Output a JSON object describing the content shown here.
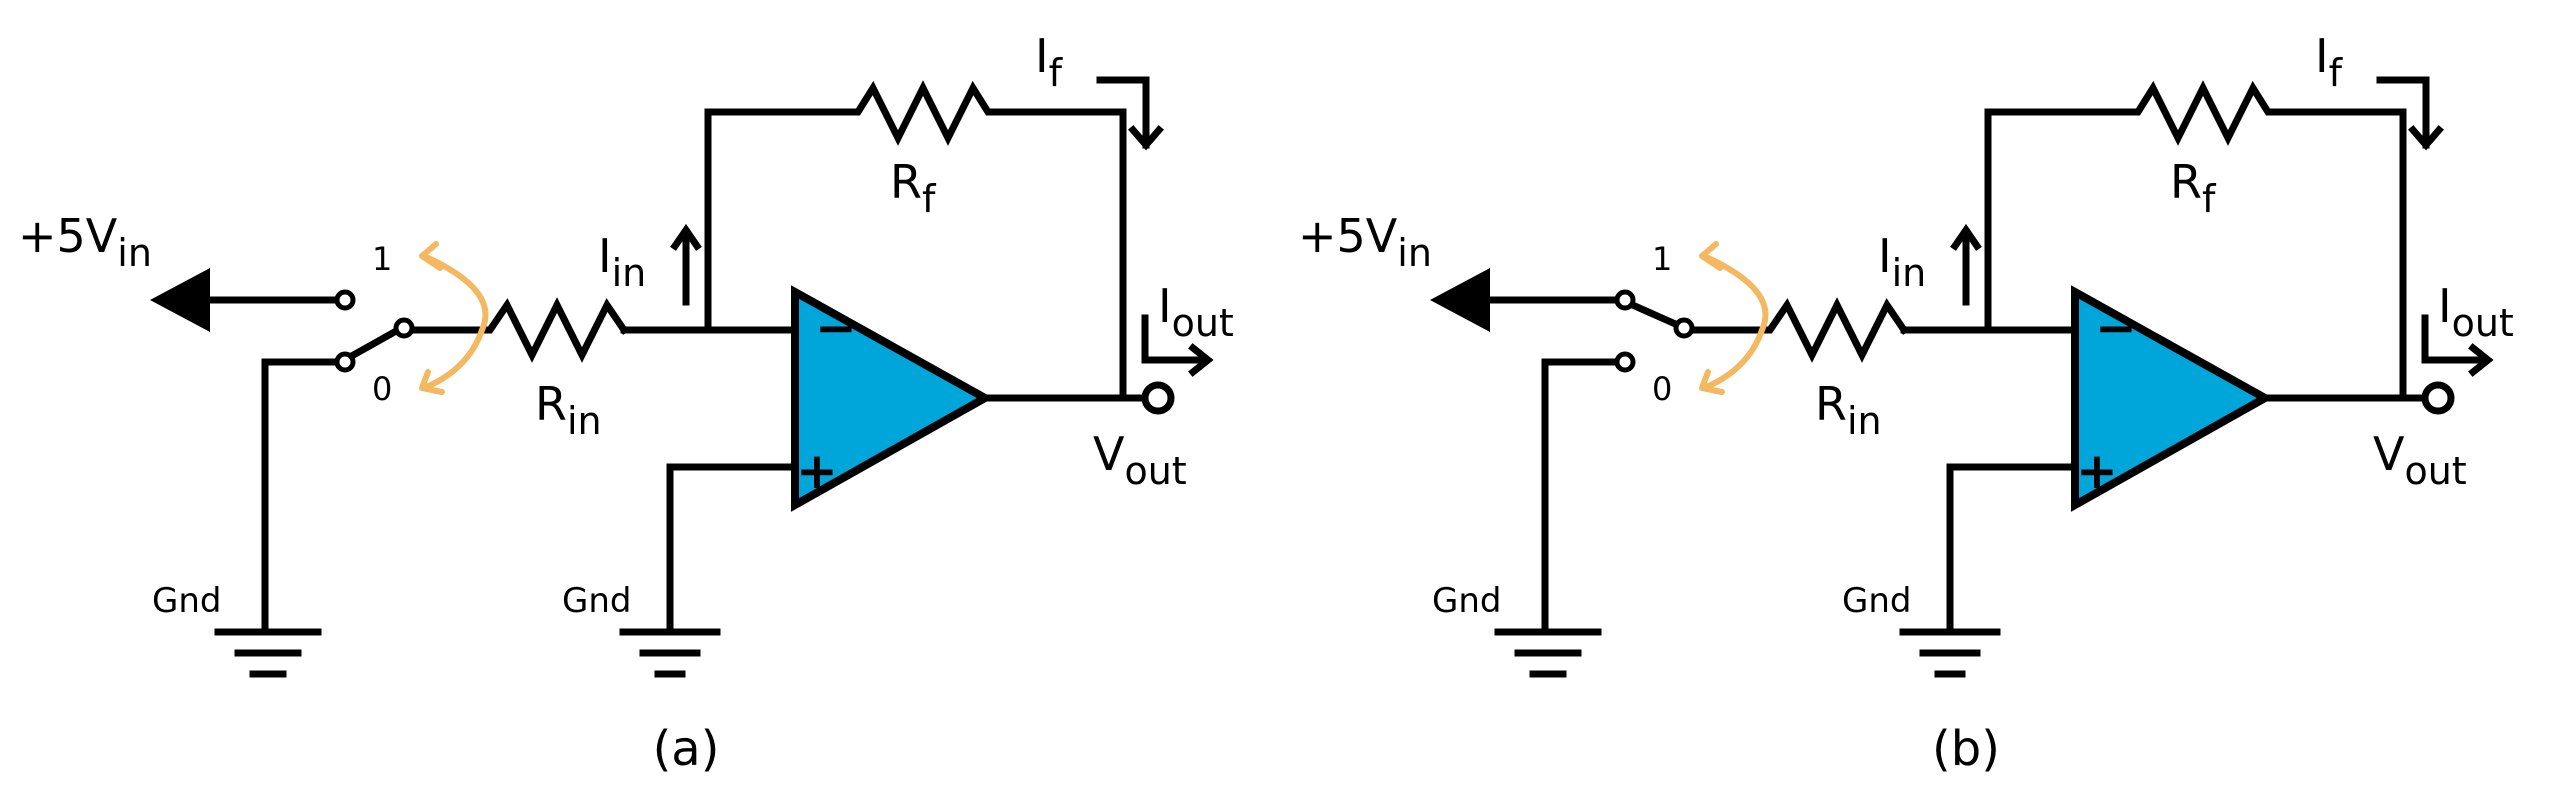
{
  "colors": {
    "opamp_fill": "#00A6DA",
    "switch_arrow": "#F4B860",
    "ink": "#000000"
  },
  "circuits": [
    {
      "id": "a",
      "caption": "(a)",
      "switch_position": "0",
      "labels": {
        "vin_main": "+5V",
        "vin_sub": "in",
        "pos1": "1",
        "pos0": "0",
        "gnd_switch": "Gnd",
        "gnd_plus": "Gnd",
        "rin_main": "R",
        "rin_sub": "in",
        "iin_main": "I",
        "iin_sub": "in",
        "rf_main": "R",
        "rf_sub": "f",
        "if_main": "I",
        "if_sub": "f",
        "iout_main": "I",
        "iout_sub": "out",
        "vout_main": "V",
        "vout_sub": "out",
        "minus": "−",
        "plus": "+"
      }
    },
    {
      "id": "b",
      "caption": "(b)",
      "switch_position": "1",
      "labels": {
        "vin_main": "+5V",
        "vin_sub": "in",
        "pos1": "1",
        "pos0": "0",
        "gnd_switch": "Gnd",
        "gnd_plus": "Gnd",
        "rin_main": "R",
        "rin_sub": "in",
        "iin_main": "I",
        "iin_sub": "in",
        "rf_main": "R",
        "rf_sub": "f",
        "if_main": "I",
        "if_sub": "f",
        "iout_main": "I",
        "iout_sub": "out",
        "vout_main": "V",
        "vout_sub": "out",
        "minus": "−",
        "plus": "+"
      }
    }
  ]
}
